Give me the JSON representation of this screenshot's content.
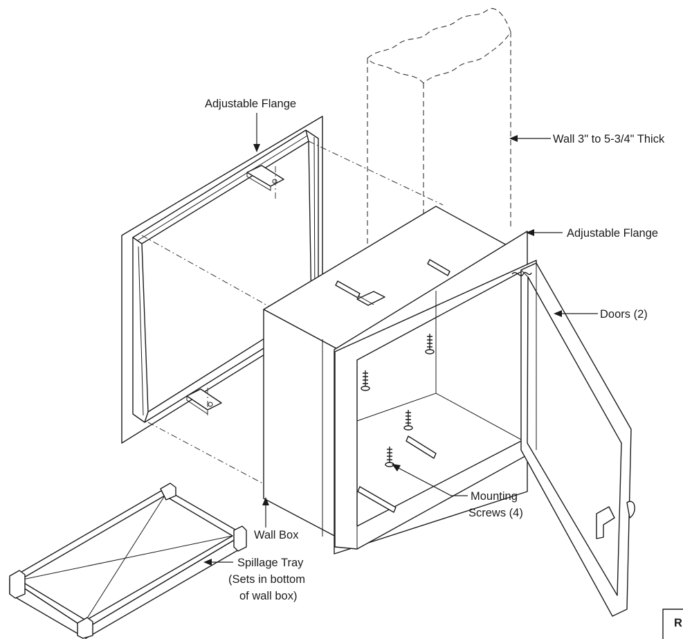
{
  "labels": {
    "flange_left": "Adjustable Flange",
    "wall": "Wall 3\" to 5-3/4\" Thick",
    "flange_right": "Adjustable Flange",
    "doors": "Doors (2)",
    "mounting_line1": "Mounting",
    "mounting_line2": "Screws (4)",
    "wall_box": "Wall Box",
    "tray_line1": "Spillage Tray",
    "tray_line2": "(Sets in bottom",
    "tray_line3": "of wall box)",
    "corner_fragment": "R"
  }
}
